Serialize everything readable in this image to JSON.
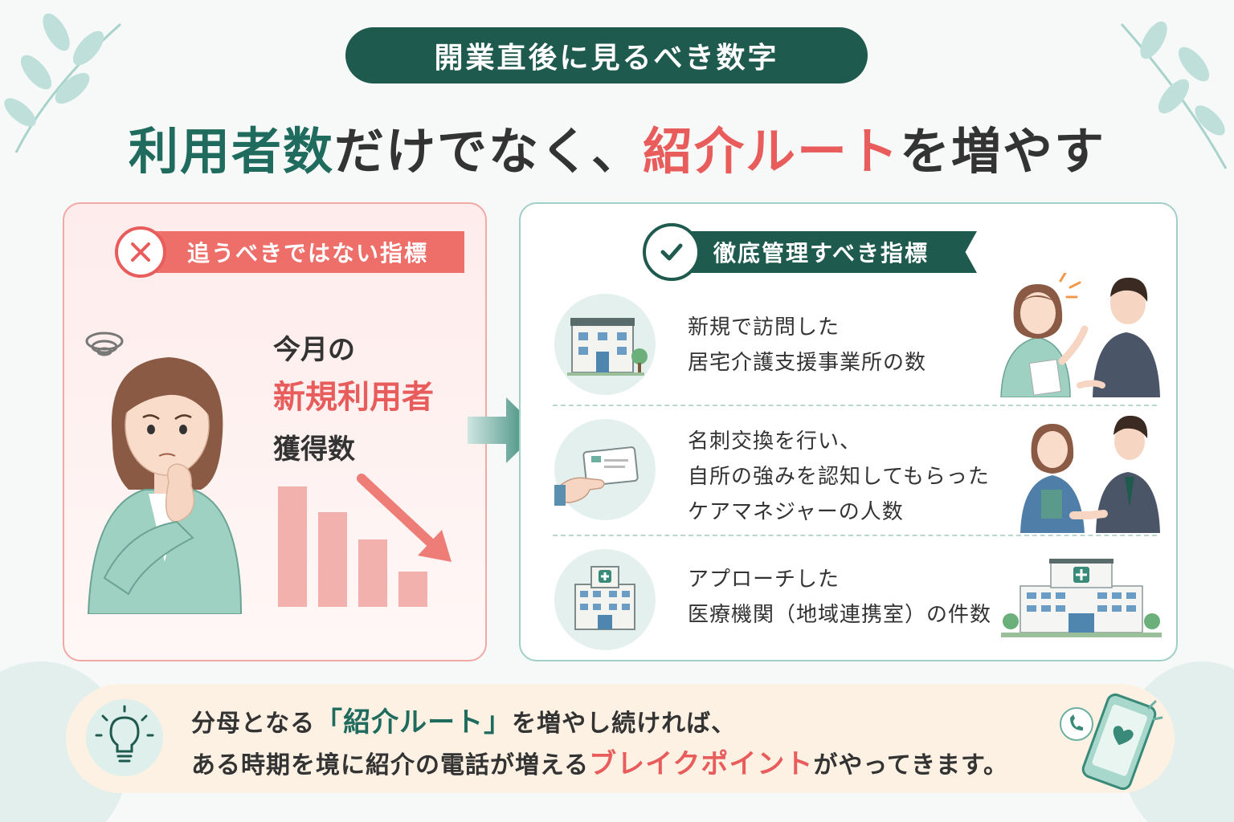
{
  "banner": {
    "title": "開業直後に見るべき数字"
  },
  "headline": {
    "part1": "利用者数",
    "part2": "だけでなく、",
    "part3": "紹介ルート",
    "part4": "を増やす"
  },
  "bad_panel": {
    "badge_label": "追うべきではない指標",
    "metric_line1": "今月の",
    "metric_line2": "新規利用者",
    "metric_line3": "獲得数"
  },
  "good_panel": {
    "badge_label": "徹底管理すべき指標",
    "items": [
      {
        "line1": "新規で訪問した",
        "line2": "居宅介護支援事業所の数",
        "icon": "office-building-icon"
      },
      {
        "line1": "名刺交換を行い、",
        "line2": "自所の強みを認知してもらった",
        "line3": "ケアマネジャーの人数",
        "icon": "business-card-icon"
      },
      {
        "line1": "アプローチした",
        "line2": "医療機関（地域連携室）の件数",
        "icon": "hospital-icon"
      }
    ]
  },
  "bottom": {
    "l1_a": "分母となる",
    "l1_b": "「紹介ルート」",
    "l1_c": "を増やし続ければ、",
    "l2_a": "ある時期を境に紹介の電話が増える",
    "l2_b": "ブレイクポイント",
    "l2_c": "がやってきます。"
  },
  "colors": {
    "teal_dark": "#1f5a4f",
    "teal": "#1f6b5e",
    "red": "#e85c5c",
    "pink_panel": "#fdeceb",
    "cream": "#fdf1e4"
  }
}
